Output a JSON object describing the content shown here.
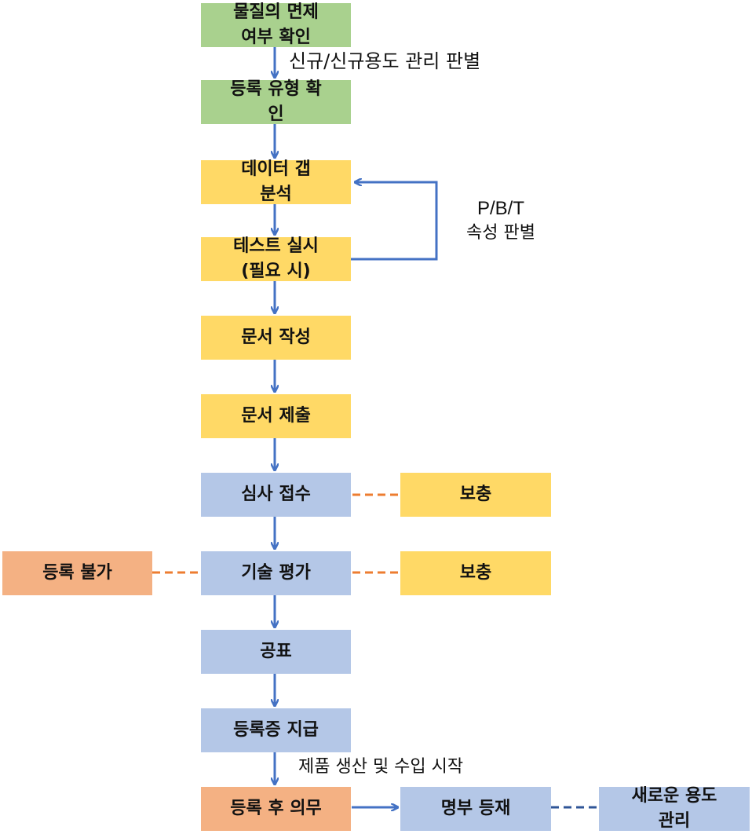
{
  "colors": {
    "green": "#a9d18e",
    "yellow": "#ffd966",
    "blue": "#b4c7e7",
    "orange": "#f4b183",
    "arrow": "#4472c4",
    "dash_orange": "#ed7d31",
    "dash_navy": "#2f5597"
  },
  "steps": {
    "s1": "물질의 면제\n여부 확인",
    "s2": "등록 유형 확\n인",
    "s3": "데이터 갭\n분석",
    "s4": "테스트 실시\n(필요 시)",
    "s5": "문서 작성",
    "s6": "문서 제출",
    "s7": "심사 접수",
    "s8": "기술 평가",
    "s9": "공표",
    "s10": "등록증 지급",
    "s11": "등록 후 의무",
    "s12": "명부 등재",
    "s13": "새로운 용도\n관리"
  },
  "side_boxes": {
    "supplement1": "보충",
    "supplement2": "보충",
    "rejected": "등록 불가"
  },
  "edge_labels": {
    "new_use": "신규/신규용도 관리 판별",
    "pbt_title": "P/B/T",
    "pbt_sub": "속성 판별",
    "production": "제품 생산 및 수입 시작"
  }
}
